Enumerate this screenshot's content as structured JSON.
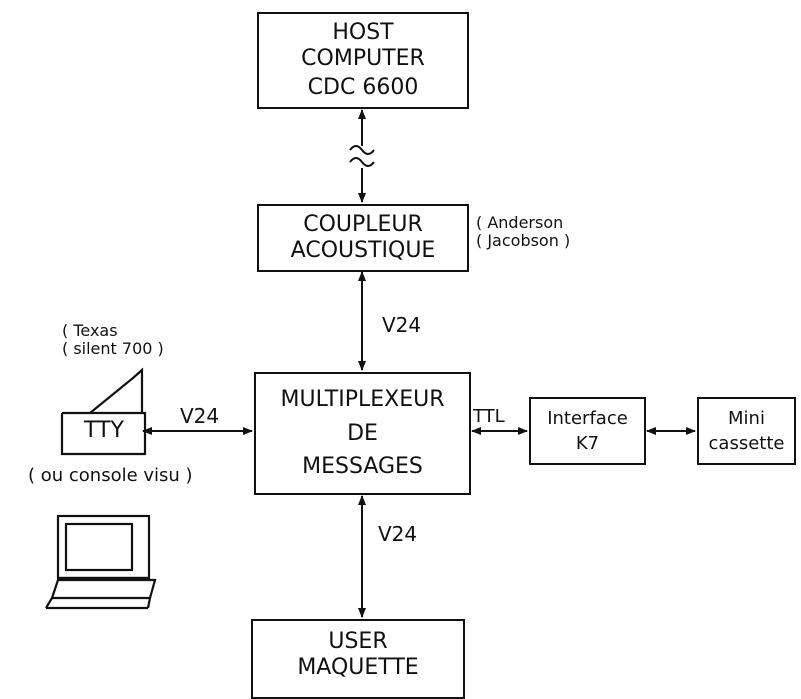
{
  "host": {
    "line1": "HOST",
    "line2": "COMPUTER",
    "line3": "CDC 6600"
  },
  "coupleur": {
    "line1": "COUPLEUR",
    "line2": "ACOUSTIQUE",
    "note1": "( Anderson",
    "note2": "( Jacobson )"
  },
  "mux": {
    "line1": "MULTIPLEXEUR",
    "line2": "DE",
    "line3": "MESSAGES"
  },
  "interface": {
    "line1": "Interface",
    "line2": "K7"
  },
  "mini": {
    "line1": "Mini",
    "line2": "cassette"
  },
  "user": {
    "line1": "USER",
    "line2": "MAQUETTE"
  },
  "tty": {
    "label": "TTY",
    "note1": "( Texas",
    "note2": "( silent 700 )",
    "alt": "( ou console visu )"
  },
  "links": {
    "coupleur_mux": "V24",
    "tty_mux": "V24",
    "mux_interface": "TTL",
    "mux_user": "V24"
  }
}
